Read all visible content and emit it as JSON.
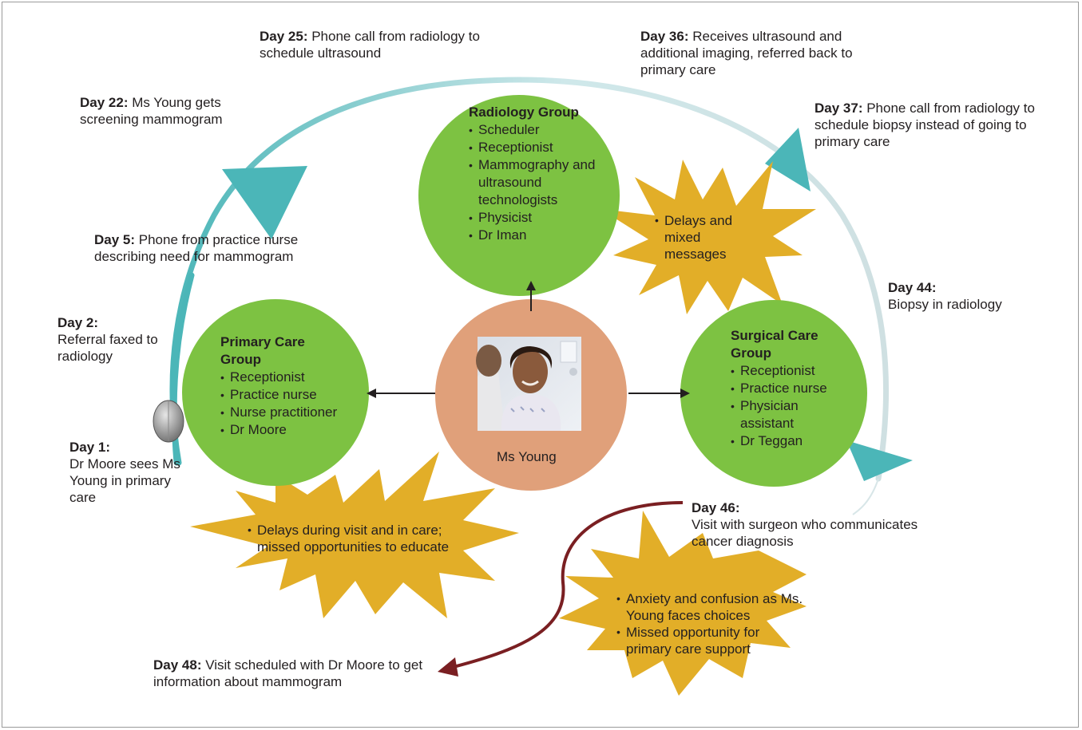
{
  "colors": {
    "group_circle": "#7dc242",
    "patient_circle": "#e0a07a",
    "burst": "#e2ae28",
    "journey_arc": "#4bb6b8",
    "return_arrow": "#7a1f22",
    "black_arrow": "#231f20"
  },
  "patient": {
    "name": "Ms Young",
    "photo_icon": "patient-with-doctor-photo"
  },
  "groups": {
    "radiology": {
      "title": "Radiology Group",
      "items": [
        "Scheduler",
        "Receptionist",
        "Mammography and ultrasound technologists",
        "Physicist",
        "Dr Iman"
      ]
    },
    "primary": {
      "title": "Primary Care Group",
      "items": [
        "Receptionist",
        "Practice nurse",
        "Nurse practitioner",
        "Dr Moore"
      ]
    },
    "surgical": {
      "title": "Surgical Care Group",
      "items": [
        "Receptionist",
        "Practice nurse",
        "Physician assistant",
        "Dr Teggan"
      ]
    }
  },
  "bursts": {
    "radiology": [
      "Delays and mixed messages"
    ],
    "primary": [
      "Delays during visit and in care; missed opportunities to educate"
    ],
    "surgical": [
      "Anxiety and confusion as Ms. Young faces choices",
      "Missed opportunity for primary care support"
    ]
  },
  "events": {
    "day1": {
      "day": "Day 1:",
      "text": "Dr Moore sees Ms Young in primary care"
    },
    "day2": {
      "day": "Day 2:",
      "text": "Referral faxed to radiology"
    },
    "day5": {
      "day": "Day 5:",
      "text": "Phone from practice nurse describing need for mammogram"
    },
    "day22": {
      "day": "Day 22:",
      "text": "Ms Young gets screening mammogram"
    },
    "day25": {
      "day": "Day 25:",
      "text": "Phone call from radiology to schedule ultrasound"
    },
    "day36": {
      "day": "Day 36:",
      "text": "Receives ultrasound and additional imaging, referred back to primary care"
    },
    "day37": {
      "day": "Day 37:",
      "text": "Phone call from radiology to schedule biopsy instead of going to primary care"
    },
    "day44": {
      "day": "Day 44:",
      "text": "Biopsy in radiology"
    },
    "day46": {
      "day": "Day 46:",
      "text": "Visit with surgeon who communicates cancer diagnosis"
    },
    "day48": {
      "day": "Day 48:",
      "text": "Visit scheduled with Dr Moore to get information about mammogram"
    }
  }
}
